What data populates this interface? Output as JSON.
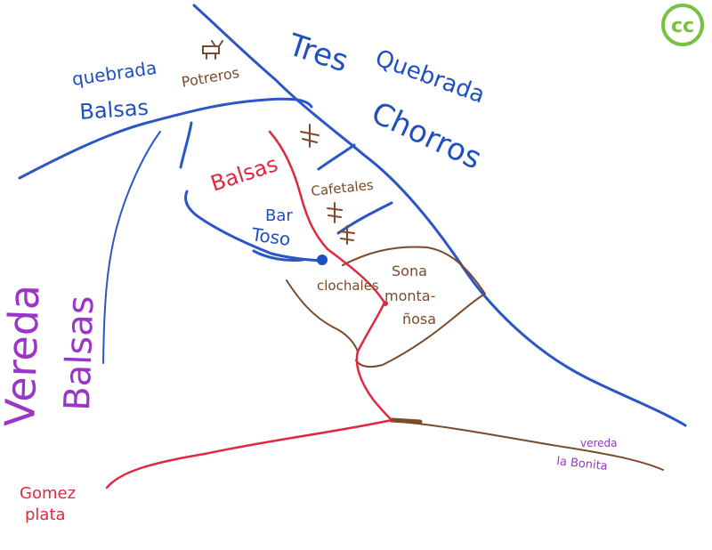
{
  "colors": {
    "river": "#2a56c6",
    "road": "#7a4a2a",
    "trail": "#e0283f",
    "village": "#9b35c9",
    "logo": "#7ac143"
  },
  "labels": {
    "quebrada_balsas_line1": "quebrada",
    "quebrada_balsas_line2": "Balsas",
    "potreros": "Potreros",
    "quebrada_line": "Quebrada",
    "tres_line": "Tres",
    "chorros_line": "Chorros",
    "balsas": "Balsas",
    "bar_line1": "Bar",
    "bar_line2": "Toso",
    "cafetales": "Cafetales",
    "sona_line1": "Sona",
    "sona_line2": "monta-",
    "sona_line3": "ñosa",
    "chocholes": "clochales",
    "vereda": "Vereda",
    "balsas_big": "Balsas",
    "gomezplata_line1": "Gomez",
    "gomezplata_line2": "plata",
    "vereda_bonita_line1": "vereda",
    "vereda_bonita_line2": "la Bonita",
    "logo_text": "cc"
  },
  "icons": {
    "cow": "cow-icon",
    "coffee": "coffee-plant-icon",
    "logo": "creative-commons-logo"
  }
}
